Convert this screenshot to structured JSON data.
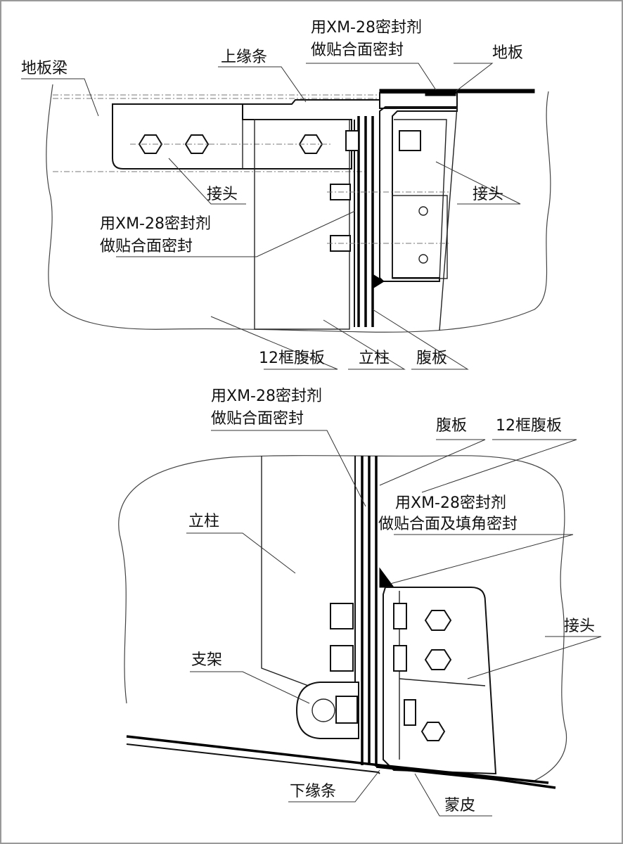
{
  "labels": {
    "top": {
      "floor_beam": "地板梁",
      "upper_edge_strip": "上缘条",
      "sealant_1_line1": "用XM-28密封剂",
      "sealant_1_line2": "做贴合面密封",
      "floor_plate": "地板",
      "joint_left": "接头",
      "joint_right": "接头",
      "sealant_2_line1": "用XM-28密封剂",
      "sealant_2_line2": "做贴合面密封",
      "frame12_web": "12框腹板",
      "column": "立柱",
      "web": "腹板"
    },
    "bottom": {
      "sealant_1_line1": "用XM-28密封剂",
      "sealant_1_line2": "做贴合面密封",
      "web": "腹板",
      "frame12_web": "12框腹板",
      "sealant_fillet_line1": "用XM-28密封剂",
      "sealant_fillet_line2": "做贴合面及填角密封",
      "column": "立柱",
      "joint": "接头",
      "bracket": "支架",
      "lower_edge_strip": "下缘条",
      "skin": "蒙皮"
    }
  }
}
